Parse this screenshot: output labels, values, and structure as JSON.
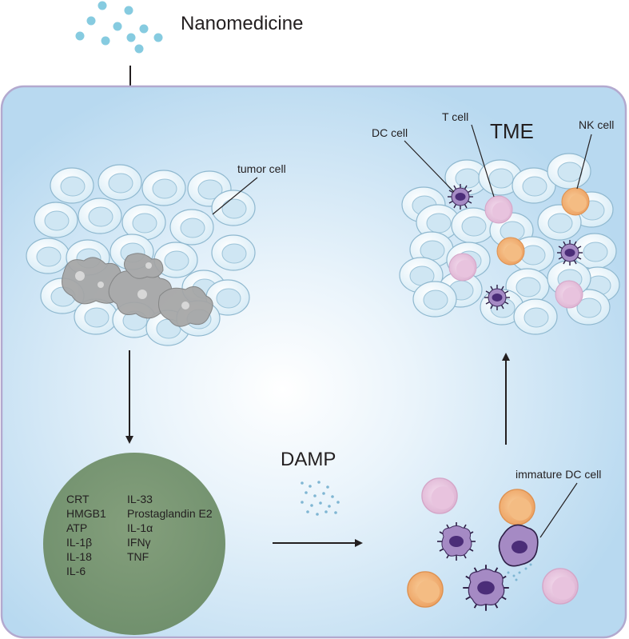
{
  "title": "Nanomedicine",
  "labels": {
    "tumor_cell": "tumor cell",
    "tme": "TME",
    "dc_cell": "DC cell",
    "t_cell": "T cell",
    "nk_cell": "NK cell",
    "damp": "DAMP",
    "immature_dc_cell": "immature DC cell"
  },
  "damp_molecules": {
    "left_column": [
      "CRT",
      "HMGB1",
      "ATP",
      "IL-1β",
      "IL-18",
      "IL-6"
    ],
    "right_column": [
      "IL-33",
      "Prostaglandin E2",
      "IL-1α",
      "IFNγ",
      "TNF"
    ]
  },
  "colors": {
    "panel_border": "#b3a9cf",
    "panel_fill": "#bcdcf2",
    "circle_fill": "#7a9c76",
    "nanoparticle": "#86cbe0",
    "tumor_cell": "#e6f4fb",
    "dc_cell": "#5e3d8a",
    "t_cell": "#e9c6df",
    "nk_cell": "#f2b275"
  }
}
